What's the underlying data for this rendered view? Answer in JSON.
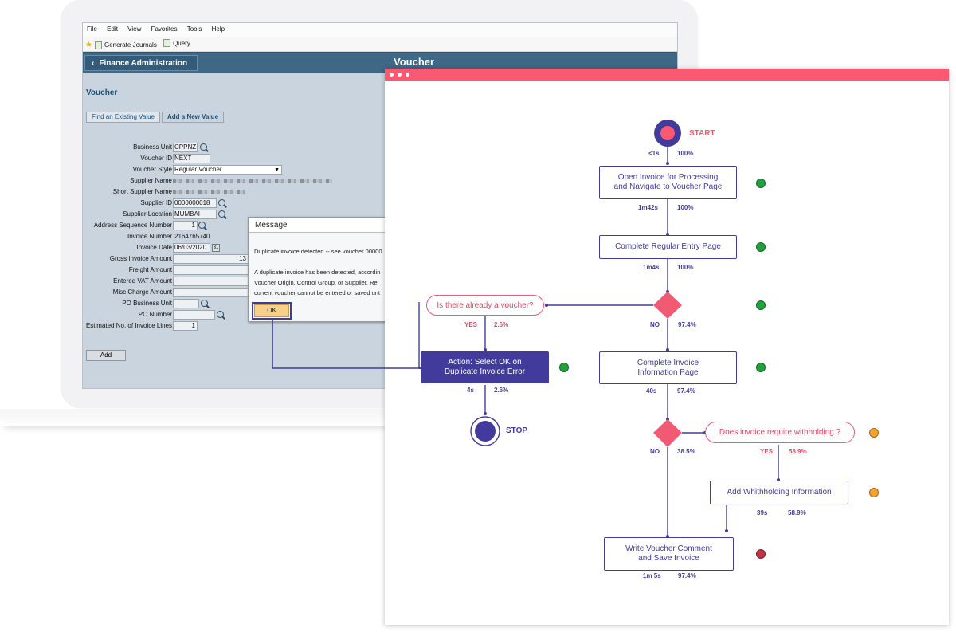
{
  "colors": {
    "accent": "#433b9c",
    "pink": "#f05a73",
    "green": "#1fa23d",
    "orange": "#f7a12c",
    "darkred": "#c43246",
    "navbar": "#3f6786"
  },
  "app": {
    "menu": [
      "File",
      "Edit",
      "View",
      "Favorites",
      "Tools",
      "Help"
    ],
    "toolbar": {
      "journals": "Generate Journals",
      "query": "Query"
    },
    "nav_back": "Finance Administration",
    "window_title": "Voucher",
    "page_title": "Voucher",
    "tabs": {
      "find": "Find an Existing Value",
      "add": "Add a New Value"
    },
    "fields": {
      "business_unit": {
        "label": "Business Unit",
        "value": "CPPNZ"
      },
      "voucher_id": {
        "label": "Voucher ID",
        "value": "NEXT"
      },
      "voucher_style": {
        "label": "Voucher Style",
        "value": "Regular Voucher"
      },
      "supplier_name": {
        "label": "Supplier Name"
      },
      "short_supplier_name": {
        "label": "Short Supplier Name"
      },
      "supplier_id": {
        "label": "Supplier ID",
        "value": "0000000018"
      },
      "supplier_location": {
        "label": "Supplier Location",
        "value": "MUMBAI"
      },
      "address_seq": {
        "label": "Address Sequence Number",
        "value": "1"
      },
      "invoice_number": {
        "label": "Invoice Number",
        "value": "2164765740"
      },
      "invoice_date": {
        "label": "Invoice Date",
        "value": "06/03/2020"
      },
      "gross_amount": {
        "label": "Gross Invoice Amount",
        "value": "13"
      },
      "freight": {
        "label": "Freight Amount"
      },
      "vat": {
        "label": "Entered VAT Amount"
      },
      "misc": {
        "label": "Misc Charge Amount"
      },
      "po_bu": {
        "label": "PO Business Unit"
      },
      "po_number": {
        "label": "PO Number"
      },
      "est_lines": {
        "label": "Estimated No. of Invoice Lines",
        "value": "1"
      }
    },
    "add_button": "Add",
    "message": {
      "title": "Message",
      "line1": "Duplicate invoice detected -- see voucher 00000",
      "line2": "A duplicate invoice has been detected, accordin",
      "line3": "Voucher Origin, Control Group, or Supplier.  Re",
      "line4": "current voucher cannot be entered or saved unt",
      "ok": "OK"
    }
  },
  "flow": {
    "start_label": "START",
    "stop_label": "STOP",
    "start_time": "<1s",
    "start_pct": "100%",
    "nodes": {
      "open": {
        "label": "Open Invoice for Processing\nand Navigate to Voucher Page",
        "time": "1m42s",
        "pct": "100%"
      },
      "regular": {
        "label": "Complete Regular Entry Page",
        "time": "1m4s",
        "pct": "100%"
      },
      "info": {
        "label": "Complete Invoice\nInformation Page",
        "time": "40s",
        "pct": "97.4%"
      },
      "action": {
        "label": "Action: Select OK on\nDuplicate Invoice Error",
        "time": "4s",
        "pct": "2.6%"
      },
      "withhold": {
        "label": "Add Whithholding Information",
        "time": "39s",
        "pct": "58.9%"
      },
      "save": {
        "label": "Write Voucher Comment\nand Save Invoice",
        "time": "1m 5s",
        "pct": "97.4%"
      }
    },
    "decisions": {
      "voucher": {
        "question": "Is there already a voucher?",
        "yes": "YES",
        "yes_pct": "2.6%",
        "no": "NO",
        "no_pct": "97.4%"
      },
      "withholding": {
        "question": "Does invoice require withholding ?",
        "yes": "YES",
        "yes_pct": "58.9%",
        "no": "NO",
        "no_pct": "38.5%"
      }
    }
  }
}
